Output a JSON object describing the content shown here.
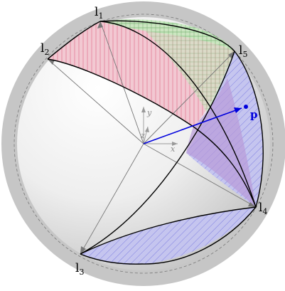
{
  "vertices": {
    "l1": {
      "base": "l",
      "sub": "1"
    },
    "l2": {
      "base": "l",
      "sub": "2"
    },
    "l3": {
      "base": "l",
      "sub": "3"
    },
    "l4": {
      "base": "l",
      "sub": "4"
    },
    "l5": {
      "base": "l",
      "sub": "5"
    }
  },
  "point_label": "p",
  "axis_labels": {
    "x": "x",
    "y": "y",
    "z": "z"
  },
  "colors": {
    "sphere_outer": "#c6c6c6",
    "region_red": "#f2c0cb",
    "region_green": "#bfe3b5",
    "region_blue": "#b8b8ee",
    "hatch_red": "#e06a8a",
    "hatch_green": "#6ab66a",
    "hatch_blue": "#6a6ae0",
    "vector_p": "#0000dd",
    "spoke": "#777777"
  }
}
